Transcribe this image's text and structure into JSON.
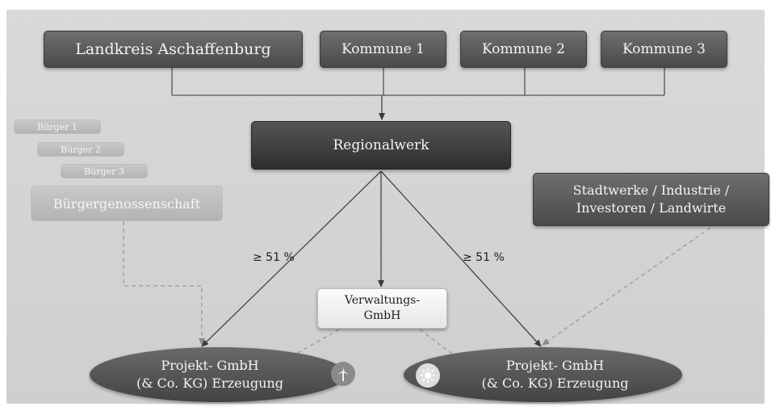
{
  "top_row": {
    "landkreis": "Landkreis Aschaffenburg",
    "kommune1": "Kommune 1",
    "kommune2": "Kommune 2",
    "kommune3": "Kommune 3"
  },
  "regionalwerk": "Regionalwerk",
  "buerger": {
    "b1": "Bürger 1",
    "b2": "Bürger 2",
    "b3": "Bürger 3",
    "genossenschaft": "Bürgergenossenschaft"
  },
  "stadtwerke": {
    "line1": "Stadtwerke / Industrie /",
    "line2": "Investoren / Landwirte"
  },
  "share_left": "≥ 51 %",
  "share_right": "≥ 51 %",
  "verwaltung": {
    "line1": "Verwaltungs-",
    "line2": "GmbH"
  },
  "projekt_left": {
    "line1": "Projekt- GmbH",
    "line2": "(& Co. KG) Erzeugung",
    "icon": "wind-turbine-icon"
  },
  "projekt_right": {
    "line1": "Projekt- GmbH",
    "line2": "(& Co. KG) Erzeugung",
    "icon": "sun-icon"
  }
}
